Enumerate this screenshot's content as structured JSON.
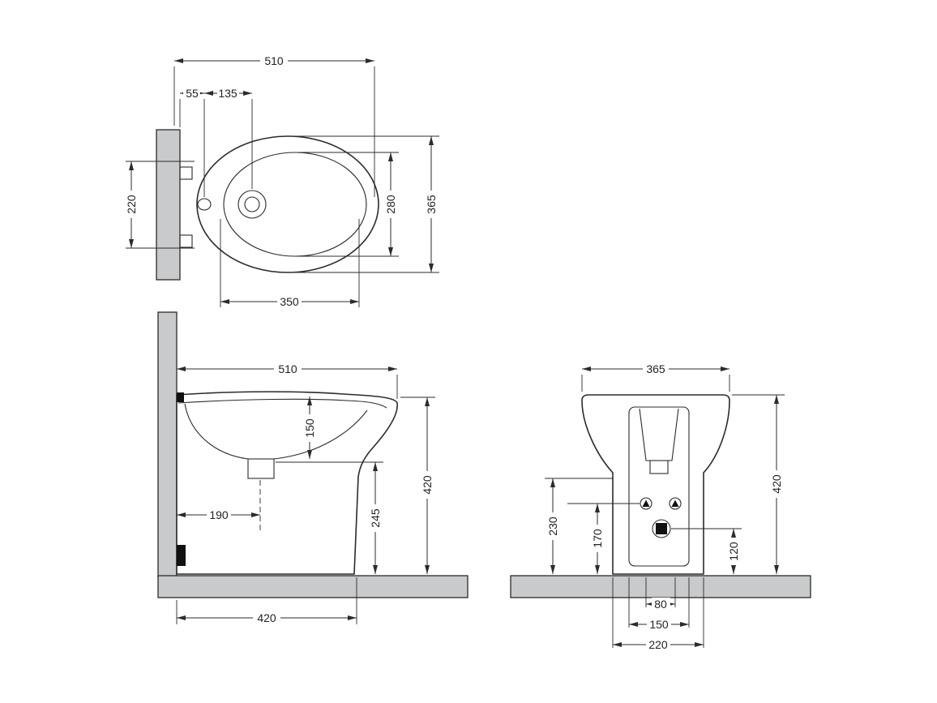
{
  "palette": {
    "line": "#2b2b2b",
    "gray": "#c8cacb",
    "paper": "#ffffff",
    "text": "#222222"
  },
  "views": {
    "top": {
      "dims": {
        "overall_width": "510",
        "hole_offset": "55",
        "faucet_offset": "135",
        "fixing_span": "220",
        "basin_depth": "280",
        "overall_depth": "365",
        "basin_width": "350"
      }
    },
    "side": {
      "dims": {
        "overall_length": "510",
        "inner_depth": "150",
        "drain_from_wall": "190",
        "bowl_height": "245",
        "overall_height": "420",
        "base_length": "420"
      }
    },
    "front": {
      "dims": {
        "overall_width": "365",
        "overall_height": "420",
        "inlet_height": "230",
        "fixing_height": "170",
        "drain_height": "120",
        "fixing_spacing": "80",
        "panel_width": "150",
        "base_width": "220"
      }
    }
  }
}
